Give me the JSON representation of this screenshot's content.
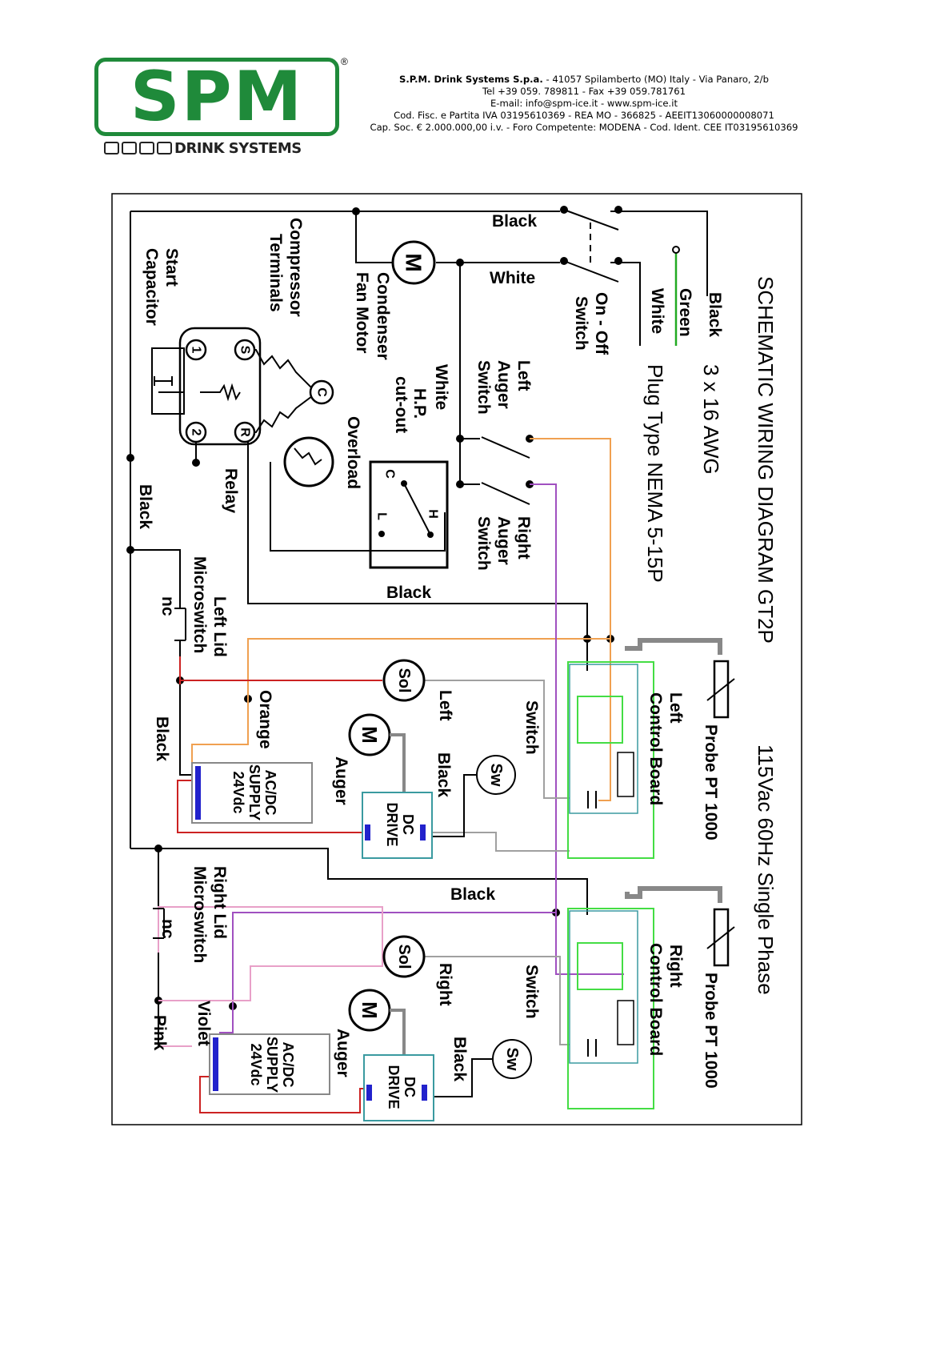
{
  "header": {
    "logo_text": "SPM",
    "logo_registered": "®",
    "logo_subtitle": "DRINK SYSTEMS",
    "company_name": "S.P.M. Drink Systems S.p.a.",
    "company_address": " - 41057 Spilamberto (MO) Italy - Via Panaro, 2/b",
    "phone_fax": "Tel +39 059. 789811 - Fax +39 059.781761",
    "email_web": "E-mail: info@spm-ice.it  - www.spm-ice.it",
    "fiscal": "Cod. Fisc. e Partita IVA 03195610369 - REA MO - 366825 - AEEIT13060000008071",
    "capital": "Cap. Soc. € 2.000.000,00 i.v. - Foro Competente: MODENA - Cod. Ident. CEE IT03195610369"
  },
  "diagram": {
    "title": "SCHEMATIC WIRING DIAGRAM GT2P",
    "power_spec": "115Vac 60Hz Single Phase",
    "cable_spec": "3 x 16 AWG",
    "plug_spec": "Plug Type NEMA 5-15P",
    "labels": {
      "cord_black": "Black",
      "cord_green": "Green",
      "cord_white": "White",
      "on_off_1": "On - Off",
      "on_off_2": "Switch",
      "wire_black_top": "Black",
      "wire_white_top": "White",
      "wire_white_mid": "White",
      "wire_black_mid": "Black",
      "wire_black_left": "Black",
      "wire_black_lower": "Black",
      "wire_black_bottom": "Black",
      "left_auger_1": "Left",
      "left_auger_2": "Auger",
      "left_auger_3": "Switch",
      "right_auger_1": "Right",
      "right_auger_2": "Auger",
      "right_auger_3": "Switch",
      "condenser_1": "Condenser",
      "condenser_2": "Fan Motor",
      "compressor_1": "Compressor",
      "compressor_2": "Terminals",
      "start_cap_1": "Start",
      "start_cap_2": "Capacitor",
      "hp_1": "H.P.",
      "hp_2": "cut-out",
      "overload": "Overload",
      "relay": "Relay",
      "left_lid_1": "Left Lid",
      "left_lid_2": "Microswitch",
      "right_lid_1": "Right Lid",
      "right_lid_2": "Microswitch",
      "nc_left": "nc",
      "nc_right": "nc",
      "orange": "Orange",
      "pink": "Pink",
      "violet": "Violet",
      "left_sol_1": "Left",
      "left_sol_2": "Switch",
      "right_sol_1": "Right",
      "right_sol_2": "Switch",
      "left_board_1": "Left",
      "left_board_2": "Control Board",
      "right_board_1": "Right",
      "right_board_2": "Control Board",
      "probe_left": "Probe PT 1000",
      "probe_right": "Probe PT 1000",
      "ac_dc_1": "AC/DC",
      "ac_dc_2": "SUPPLY",
      "ac_dc_3": "24Vdc",
      "dc_drive_1": "DC",
      "dc_drive_2": "DRIVE",
      "auger": "Auger",
      "motor_symbol": "M",
      "sol_symbol": "Sol",
      "sw_symbol": "Sw",
      "term_s": "S",
      "term_r": "R",
      "term_c": "C",
      "term_1": "1",
      "term_2": "2",
      "hp_c": "C",
      "hp_h": "H",
      "hp_l": "L"
    }
  },
  "colors": {
    "brand_green": "#1f8a3a",
    "wire_orange": "#f0a050",
    "wire_violet": "#a050c0",
    "wire_pink": "#e8a0c8",
    "wire_red": "#cc2222",
    "wire_gray": "#a0a0a0",
    "board_green": "#44dd44",
    "drive_teal": "#3a9aa0"
  }
}
